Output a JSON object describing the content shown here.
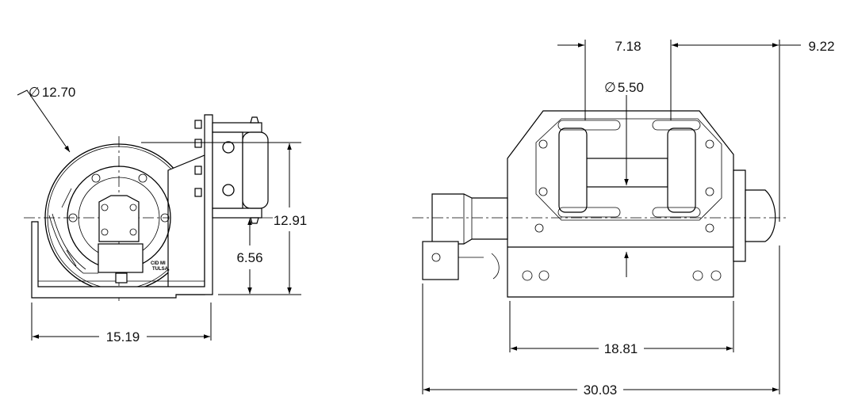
{
  "side_view": {
    "drum_diameter": "12.70",
    "width": "15.19",
    "overall_height": "12.91",
    "centerline_height": "6.56",
    "nameplate_line1": "CID MI",
    "nameplate_line2": "TULSA,"
  },
  "front_view": {
    "roller_spacing": "7.18",
    "roller_offset": "9.22",
    "drum_barrel_diameter": "5.50",
    "base_length": "18.81",
    "overall_length": "30.03"
  },
  "symbols": {
    "diameter": "∅"
  }
}
